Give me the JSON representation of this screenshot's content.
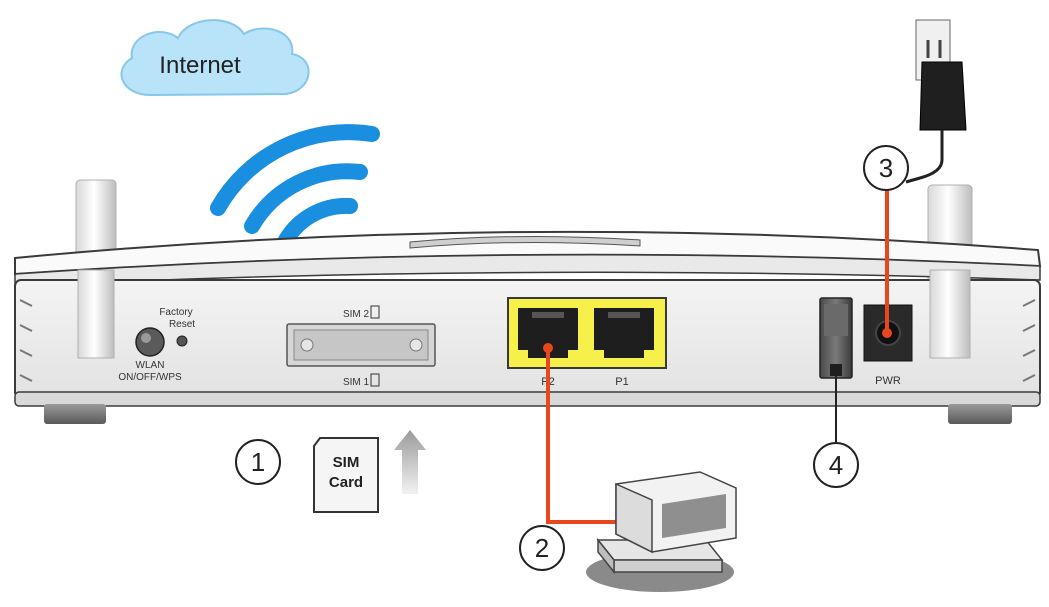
{
  "cloud": {
    "label": "Internet"
  },
  "panel": {
    "factory_reset_label": [
      "Factory",
      "Reset"
    ],
    "wlan_button_label": [
      "WLAN",
      "ON/OFF/WPS"
    ],
    "sim2_label": "SIM 2",
    "sim1_label": "SIM 1",
    "port_p2_label": "P2",
    "port_p1_label": "P1",
    "pwr_label": "PWR"
  },
  "sim_card": {
    "label": [
      "SIM",
      "Card"
    ]
  },
  "steps": {
    "step1": "1",
    "step2": "2",
    "step3": "3",
    "step4": "4"
  },
  "colors": {
    "cable": "#e8461c",
    "wifi": "#1a8fe0",
    "cloud": "#b9e3f8",
    "port_highlight": "#f7f04a",
    "outline": "#3a3a3a"
  }
}
